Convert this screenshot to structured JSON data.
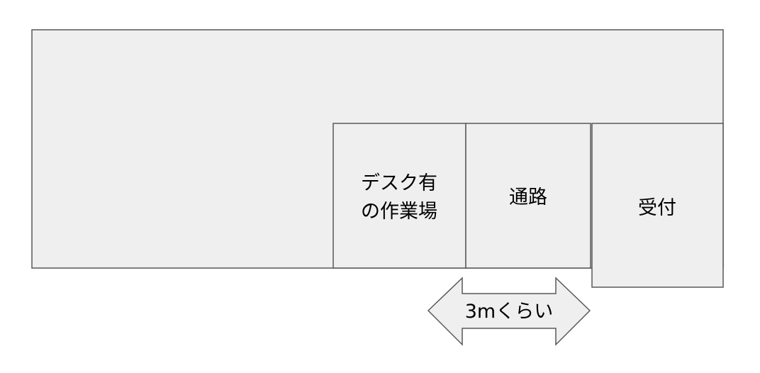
{
  "rooms": {
    "desk_workspace": {
      "line1": "デスク有",
      "line2": "の作業場"
    },
    "passage": {
      "label": "通路"
    },
    "reception": {
      "label": "受付"
    }
  },
  "dimension": {
    "label": "3mくらい"
  },
  "colors": {
    "fill": "#efefef",
    "stroke": "#595959",
    "text": "#000000"
  }
}
